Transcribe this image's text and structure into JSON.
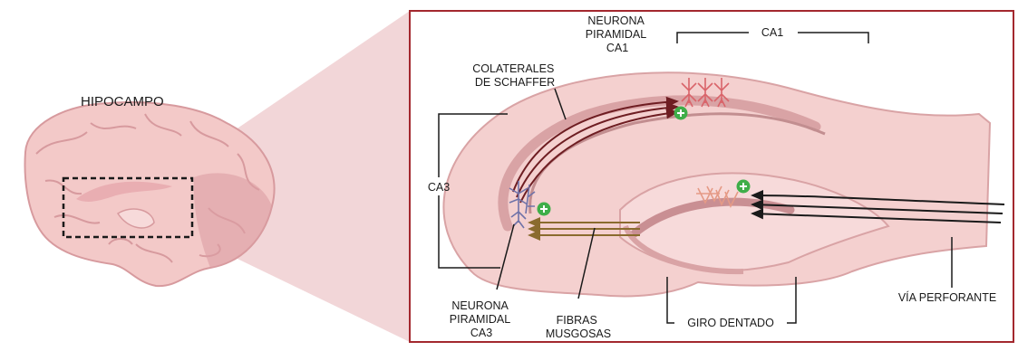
{
  "title": "HIPOCAMPO",
  "labels": {
    "ca1_neuron": [
      "NEURONA",
      "PIRAMIDAL",
      "CA1"
    ],
    "ca1": "CA1",
    "schaffer": [
      "COLATERALES",
      "DE SCHAFFER"
    ],
    "ca3": "CA3",
    "ca3_neuron": [
      "NEURONA",
      "PIRAMIDAL",
      "CA3"
    ],
    "mossy": [
      "FIBRAS",
      "MUSGOSAS"
    ],
    "dentate": "GIRO DENTADO",
    "perforant": "VÍA PERFORANTE"
  },
  "colors": {
    "frame": "#a3282e",
    "zoom_cone": "#e8b4b8",
    "tissue": "#f4d0cf",
    "tissue_dark": "#d9a3a5",
    "schaffer_arrow": "#6e1d22",
    "mossy_arrow": "#8a6b2e",
    "perforant_arrow": "#1a1a1a",
    "ca1_neuron": "#d9646a",
    "ca3_neuron": "#6f72a8",
    "dg_neuron": "#e59a86",
    "plus": "#3fae49"
  },
  "icons": [
    "brain-illustration",
    "plus-sign-icon"
  ]
}
